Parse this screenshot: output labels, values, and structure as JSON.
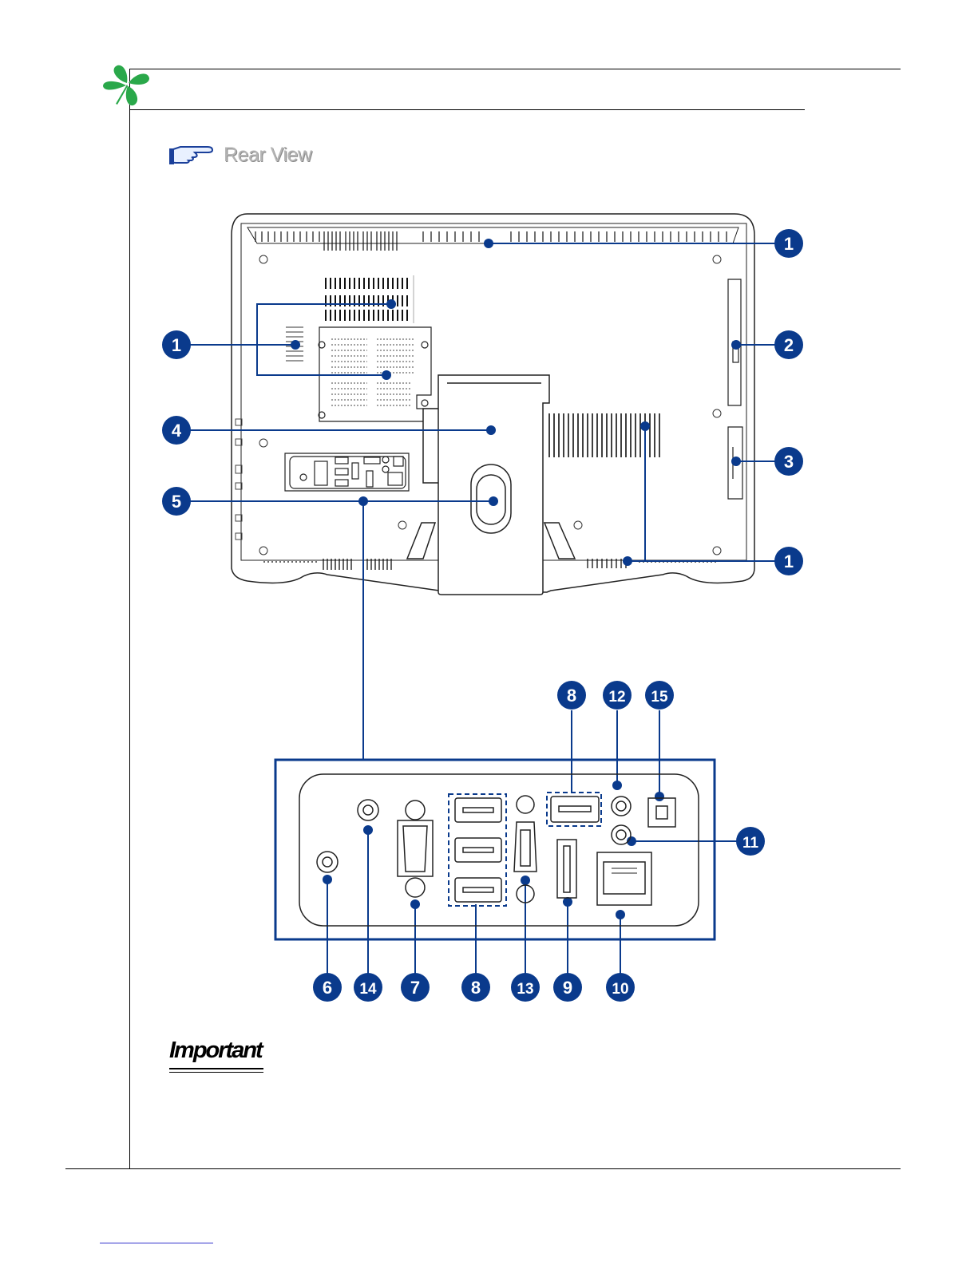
{
  "section": {
    "title": "Rear View"
  },
  "important": {
    "label": "Important"
  },
  "colors": {
    "callout": "#0a3a8c",
    "leaf": "#2aa84a",
    "title_gray": "#b4b4b4",
    "line": "#000000"
  },
  "icons": {
    "logo": "clover-leaf-icon",
    "pointer": "pointing-hand-icon"
  },
  "callouts": {
    "top_vent": "1",
    "left_vent": "1",
    "card_reader": "2",
    "optical_drive": "3",
    "stand": "4",
    "io_panel": "5",
    "bottom_vent": "1",
    "usb_top": "8",
    "audio_in": "12",
    "spdif": "15",
    "audio_out": "11",
    "power_jack": "6",
    "tv_antenna": "14",
    "vga": "7",
    "usb_stack": "8",
    "hdmi": "13",
    "esata": "9",
    "lan": "10"
  }
}
